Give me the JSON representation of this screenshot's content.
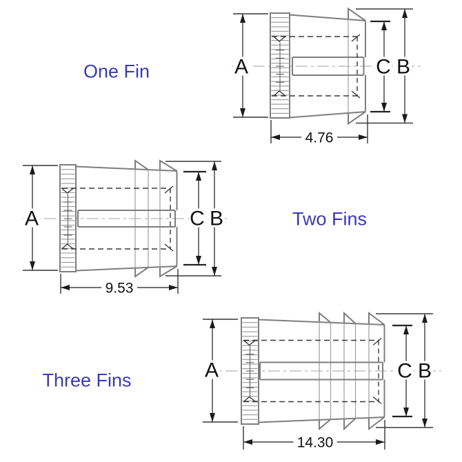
{
  "page": {
    "background": "#ffffff"
  },
  "diagram": {
    "colors": {
      "outline": "#7d7d7d",
      "hidden": "#383838",
      "dimension": "#1b1b1b",
      "centerline": "#b5b5b5",
      "caption": "#3a3ab8"
    },
    "views": [
      {
        "id": "one-fin",
        "caption": "One Fin",
        "fins": 1,
        "labels": {
          "a": "A",
          "b": "B",
          "c": "C",
          "length": "4.76"
        }
      },
      {
        "id": "two-fins",
        "caption": "Two Fins",
        "fins": 2,
        "labels": {
          "a": "A",
          "b": "B",
          "c": "C",
          "length": "9.53"
        }
      },
      {
        "id": "three-fins",
        "caption": "Three Fins",
        "fins": 3,
        "labels": {
          "a": "A",
          "b": "B",
          "c": "C",
          "length": "14.30"
        }
      }
    ]
  }
}
